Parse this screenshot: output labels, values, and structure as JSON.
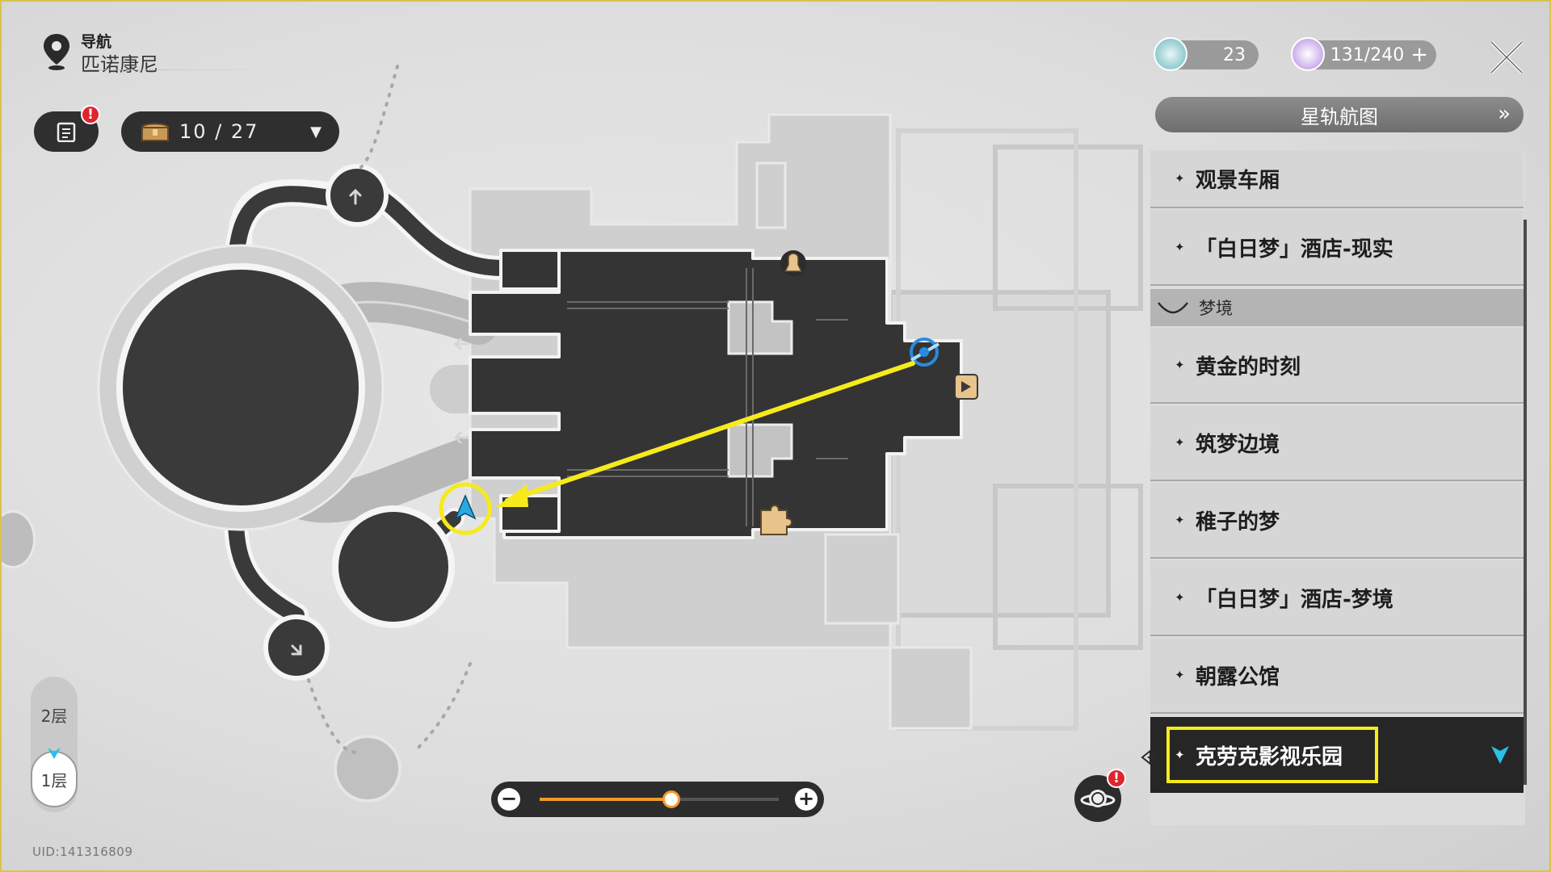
{
  "header": {
    "nav_label": "导航",
    "location": "匹诺康尼"
  },
  "chest": {
    "count": "10 / 27"
  },
  "resources": {
    "fuel": "23",
    "power": "131/240",
    "add": "+"
  },
  "panel": {
    "title": "星轨航图",
    "items_top": [
      {
        "label": "观景车厢"
      },
      {
        "label": "「白日梦」酒店-现实"
      }
    ],
    "section": "梦境",
    "items": [
      {
        "label": "黄金的时刻"
      },
      {
        "label": "筑梦边境"
      },
      {
        "label": "稚子的梦"
      },
      {
        "label": "「白日梦」酒店-梦境"
      },
      {
        "label": "朝露公馆"
      },
      {
        "label": "克劳克影视乐园",
        "active": true
      }
    ]
  },
  "floors": {
    "upper": "2层",
    "lower": "1层",
    "active": "1层"
  },
  "zoom": {
    "level": 0.55
  },
  "uid": "UID:141316809",
  "colors": {
    "highlight": "#f6ea1c",
    "zoom_accent": "#f29a2a",
    "badge": "#e0242c",
    "player_marker": "#2aa8e0"
  }
}
